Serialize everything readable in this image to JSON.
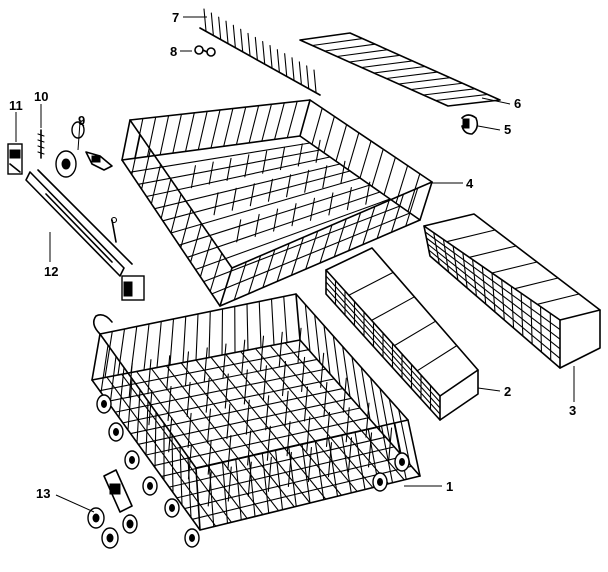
{
  "parts": [
    {
      "id": "lower-rack",
      "callout": "1"
    },
    {
      "id": "small-silverware-basket",
      "callout": "2"
    },
    {
      "id": "large-silverware-basket",
      "callout": "3"
    },
    {
      "id": "upper-rack",
      "callout": "4"
    },
    {
      "id": "clip",
      "callout": "5"
    },
    {
      "id": "cup-shelf",
      "callout": "6"
    },
    {
      "id": "tine-row",
      "callout": "7"
    },
    {
      "id": "pivot-clip",
      "callout": "8"
    },
    {
      "id": "roller-assembly",
      "callout": "9"
    },
    {
      "id": "screw",
      "callout": "10"
    },
    {
      "id": "end-cap",
      "callout": "11"
    },
    {
      "id": "track",
      "callout": "12"
    },
    {
      "id": "wheel-assembly",
      "callout": "13"
    }
  ]
}
